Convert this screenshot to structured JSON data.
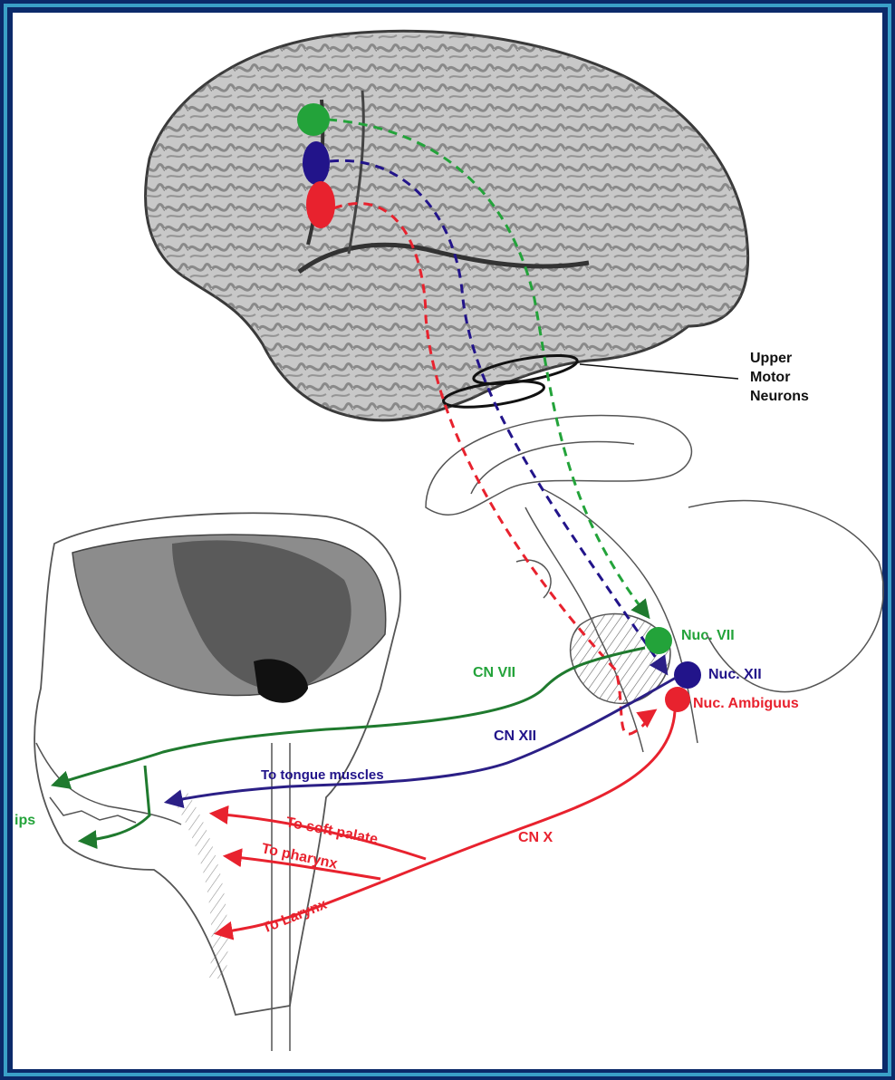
{
  "colors": {
    "frame_outer": "#0b2a6a",
    "frame_border": "#3aa0c8",
    "panel": "#ffffff",
    "facial_pathway": "#1f7a2e",
    "facial_nucleus": "#23a33a",
    "hypoglossal_pathway": "#2b1f86",
    "hypoglossal_nucleus": "#22148a",
    "vagus_pathway": "#e8222e",
    "vagus_nucleus": "#e8222e",
    "label_black": "#111111"
  },
  "icons": {
    "brain": "brain-illustration",
    "brainstem": "brainstem-illustration",
    "head": "head-sagittal-illustration"
  },
  "labels": {
    "upper_motor_neurons_line1": "Upper",
    "upper_motor_neurons_line2": "Motor",
    "upper_motor_neurons_line3": "Neurons",
    "nuc_vii": "Nuc. VII",
    "nuc_xii": "Nuc. XII",
    "nuc_ambiguus": "Nuc. Ambiguus",
    "cn_vii": "CN VII",
    "cn_xii": "CN XII",
    "cn_x": "CN X",
    "to_tongue": "To tongue muscles",
    "to_soft_palate": "To soft palate",
    "to_pharynx": "To pharynx",
    "to_larynx": "To Larynx",
    "lips": "ips"
  }
}
